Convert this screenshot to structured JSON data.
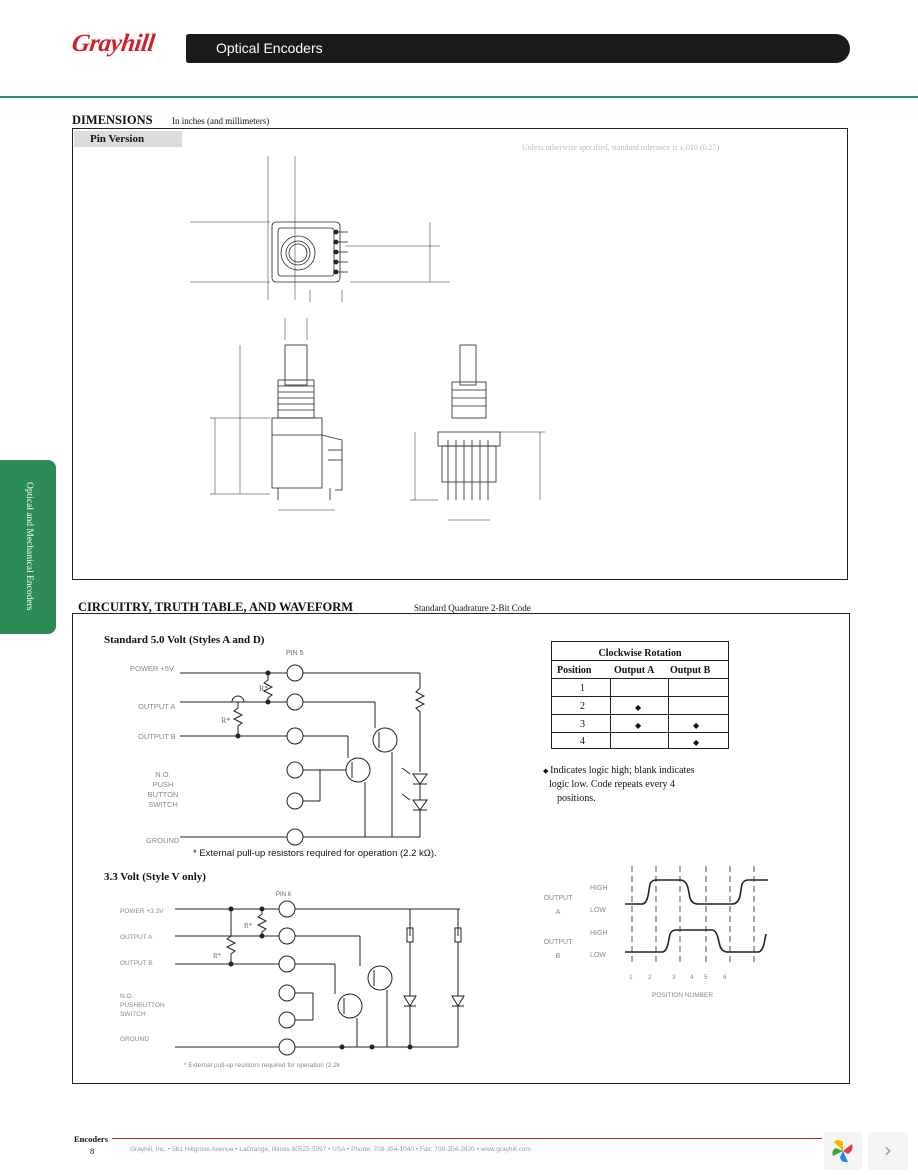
{
  "header": {
    "brand": "Grayhill",
    "title": "Optical Encoders"
  },
  "side_tab": {
    "label": "Optical and Mechanical Encoders"
  },
  "dimensions": {
    "heading": "DIMENSIONS",
    "units_note": "In inches (and millimeters)",
    "pin_version": "Pin Version",
    "tolerance_note": "Unless otherwise specified, standard tolerance is ±.010 (0.25)"
  },
  "circuitry": {
    "heading": "CIRCUITRY, TRUTH TABLE, AND WAVEFORM",
    "code_note": "Standard Quadrature 2-Bit Code",
    "std_title": "Standard 5.0 Volt (Styles A and D)",
    "std_labels": [
      "POWER +5V",
      "OUTPUT A",
      "OUTPUT B",
      "N.O. PUSH BUTTON SWITCH",
      "GROUND"
    ],
    "std_pin_label": "PIN 5",
    "std_footnote": "* External pull-up resistors required for operation (2.2 kΩ).",
    "low_title": "3.3 Volt (Style V only)",
    "low_labels": [
      "POWER +3.3V",
      "OUTPUT A",
      "OUTPUT B",
      "N.O. PUSHBUTTON SWITCH",
      "GROUND"
    ],
    "low_pin_label": "PIN 6",
    "low_footnote": "* External pull-up resistors required for operation (2.2k",
    "resistor_label": "R*"
  },
  "truth_table": {
    "title": "Clockwise Rotation",
    "headers": [
      "Position",
      "Output A",
      "Output B"
    ],
    "positions": [
      "1",
      "2",
      "3",
      "4"
    ],
    "note_line1": "Indicates logic high; blank indicates",
    "note_line2": "logic low. Code repeats every 4",
    "note_line3": "positions."
  },
  "waveform": {
    "output_a": "OUTPUT A",
    "output_b": "OUTPUT B",
    "high": "HIGH",
    "low": "LOW",
    "positions": [
      "1",
      "2",
      "3",
      "4",
      "5",
      "6"
    ],
    "axis_label": "POSITION NUMBER"
  },
  "footer": {
    "section": "Encoders",
    "page": "8",
    "address": "Grayhill, Inc. • 561 Hillgrove Avenue • LaGrange, Illinois 60525-5997 • USA • Phone: 708-354-1040 • Fax: 708-354-2820 • www.grayhill.com"
  }
}
